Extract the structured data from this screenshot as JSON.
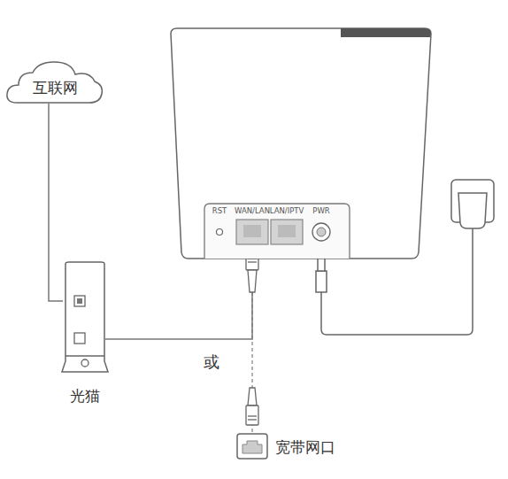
{
  "diagram": {
    "nodes": [
      {
        "text": [
          "互联网"
        ]
      },
      {
        "text": [
          "光猫"
        ]
      },
      {
        "text": [
          "RST",
          "WAN/LAN",
          "LAN/IPTV",
          "PWR"
        ]
      },
      {
        "text": [
          "宽带网口"
        ]
      }
    ],
    "edges": [
      {
        "from": 0,
        "to": 1,
        "arrow": "none"
      },
      {
        "from": 1,
        "to": 2,
        "arrow": "none"
      },
      {
        "from": 3,
        "to": 2,
        "label": "或",
        "arrow": "none"
      }
    ]
  }
}
